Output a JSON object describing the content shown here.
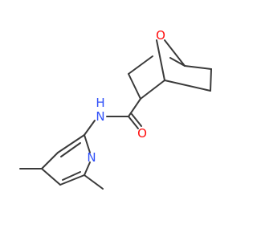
{
  "molecule": {
    "atoms": {
      "oxygen_bridge": "O",
      "amide_nitrogen": "N",
      "amide_hydrogen": "H",
      "carbonyl_oxygen": "O",
      "pyridine_nitrogen": "N"
    },
    "colors": {
      "bond": "#3a3a3a",
      "oxygen": "#ff0d0d",
      "nitrogen": "#3050f8",
      "hydrogen": "#3050f8"
    }
  }
}
